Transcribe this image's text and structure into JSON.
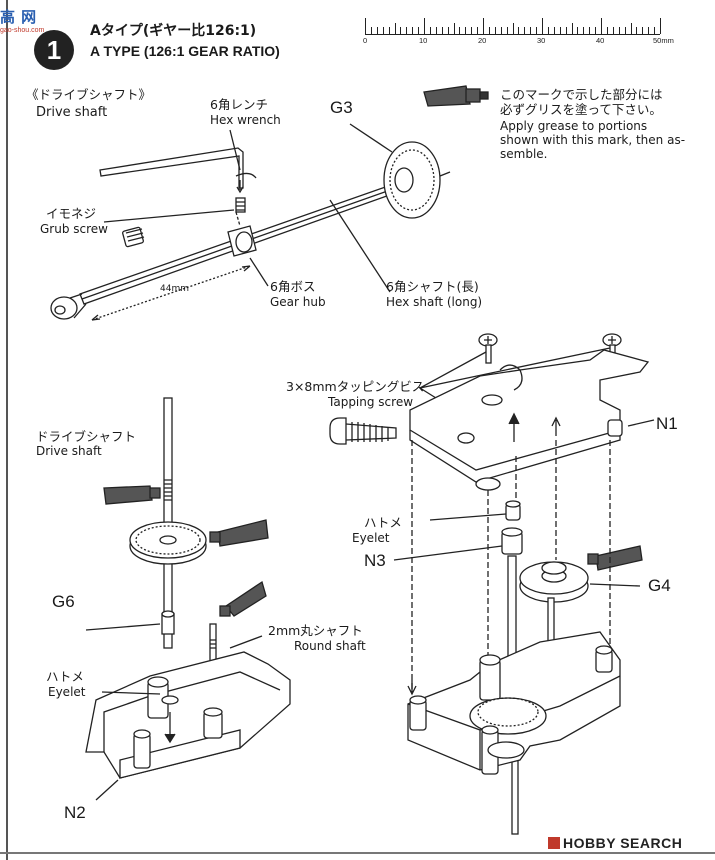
{
  "watermark": {
    "top": "高 网",
    "sub": "gao-shou.com"
  },
  "step": {
    "number": "1",
    "title_jp": "Aタイプ(ギヤー比126:1)",
    "title_en": "A TYPE (126:1 GEAR RATIO)"
  },
  "ruler": {
    "labels": [
      "0",
      "10",
      "20",
      "30",
      "40",
      "50mm"
    ]
  },
  "note": {
    "jp_line1": "このマークで示した部分には",
    "jp_line2": "必ずグリスを塗って下さい。",
    "en_line1": "Apply grease to portions",
    "en_line2": "shown with this mark, then as-",
    "en_line3": "semble."
  },
  "drive_shaft_header": {
    "jp": "《ドライブシャフト》",
    "en": "Drive shaft"
  },
  "labels": {
    "hex_wrench_jp": "6角レンチ",
    "hex_wrench_en": "Hex wrench",
    "grub_screw_jp": "イモネジ",
    "grub_screw_en": "Grub screw",
    "gear_hub_jp": "6角ボス",
    "gear_hub_en": "Gear hub",
    "hex_shaft_jp": "6角シャフト(長)",
    "hex_shaft_en": "Hex shaft (long)",
    "dim_44": "44mm",
    "tapping_jp": "3×8mmタッピングビス",
    "tapping_en": "Tapping screw",
    "drive_shaft2_jp": "ドライブシャフト",
    "drive_shaft2_en": "Drive shaft",
    "eyelet_right_jp": "ハトメ",
    "eyelet_right_en": "Eyelet",
    "round_shaft_jp": "2mm丸シャフト",
    "round_shaft_en": "Round shaft",
    "eyelet_left_jp": "ハトメ",
    "eyelet_left_en": "Eyelet"
  },
  "parts": {
    "g3": "G3",
    "n1": "N1",
    "n3": "N3",
    "g4": "G4",
    "g6": "G6",
    "n2": "N2"
  },
  "footer": {
    "brand": "HOBBY SEARCH"
  }
}
